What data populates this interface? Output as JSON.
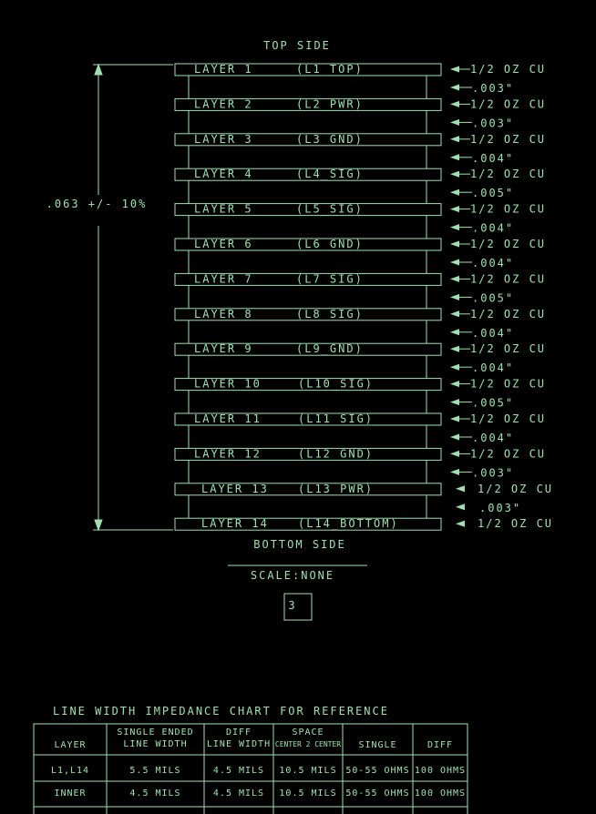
{
  "stackup": {
    "top_label": "TOP SIDE",
    "bottom_label": "BOTTOM SIDE",
    "scale_label": "SCALE:NONE",
    "sheet_number": "3",
    "thickness_label": ".063 +/- 10%",
    "layers": [
      {
        "label": "LAYER 1",
        "net": "(L1_TOP)",
        "copper": "1/2 OZ CU"
      },
      {
        "label": "LAYER 2",
        "net": "(L2_PWR)",
        "copper": "1/2 OZ CU"
      },
      {
        "label": "LAYER 3",
        "net": "(L3_GND)",
        "copper": "1/2 OZ CU"
      },
      {
        "label": "LAYER 4",
        "net": "(L4_SIG)",
        "copper": "1/2 OZ CU"
      },
      {
        "label": "LAYER 5",
        "net": "(L5_SIG)",
        "copper": "1/2 OZ CU"
      },
      {
        "label": "LAYER 6",
        "net": "(L6_GND)",
        "copper": "1/2 OZ CU"
      },
      {
        "label": "LAYER 7",
        "net": "(L7_SIG)",
        "copper": "1/2 OZ CU"
      },
      {
        "label": "LAYER 8",
        "net": "(L8_SIG)",
        "copper": "1/2 OZ CU"
      },
      {
        "label": "LAYER 9",
        "net": "(L9_GND)",
        "copper": "1/2 OZ CU"
      },
      {
        "label": "LAYER 10",
        "net": "(L10_SIG)",
        "copper": "1/2 OZ CU"
      },
      {
        "label": "LAYER 11",
        "net": "(L11_SIG)",
        "copper": "1/2 OZ CU"
      },
      {
        "label": "LAYER 12",
        "net": "(L12_GND)",
        "copper": "1/2 OZ CU"
      },
      {
        "label": "LAYER 13",
        "net": "(L13_PWR)",
        "copper": "1/2 OZ CU"
      },
      {
        "label": "LAYER 14",
        "net": "(L14_BOTTOM)",
        "copper": "1/2 OZ CU"
      }
    ],
    "dielectrics": [
      ".003\"",
      ".003\"",
      ".004\"",
      ".005\"",
      ".004\"",
      ".004\"",
      ".005\"",
      ".004\"",
      ".004\"",
      ".005\"",
      ".004\"",
      ".003\"",
      ".003\""
    ]
  },
  "impedance_chart": {
    "title": "LINE WIDTH IMPEDANCE CHART FOR REFERENCE",
    "headers": [
      [
        "LAYER"
      ],
      [
        "SINGLE ENDED",
        "LINE WIDTH"
      ],
      [
        "DIFF",
        "LINE WIDTH"
      ],
      [
        "SPACE",
        "CENTER 2 CENTER"
      ],
      [
        "SINGLE"
      ],
      [
        "DIFF"
      ]
    ],
    "rows": [
      [
        "L1,L14",
        "5.5 MILS",
        "4.5 MILS",
        "10.5 MILS",
        "50-55 OHMS",
        "100 OHMS"
      ],
      [
        "INNER",
        "4.5 MILS",
        "4.5 MILS",
        "10.5 MILS",
        "50-55 OHMS",
        "100 OHMS"
      ]
    ]
  },
  "colors": {
    "line": "#9fe0b0",
    "background": "#000000"
  }
}
